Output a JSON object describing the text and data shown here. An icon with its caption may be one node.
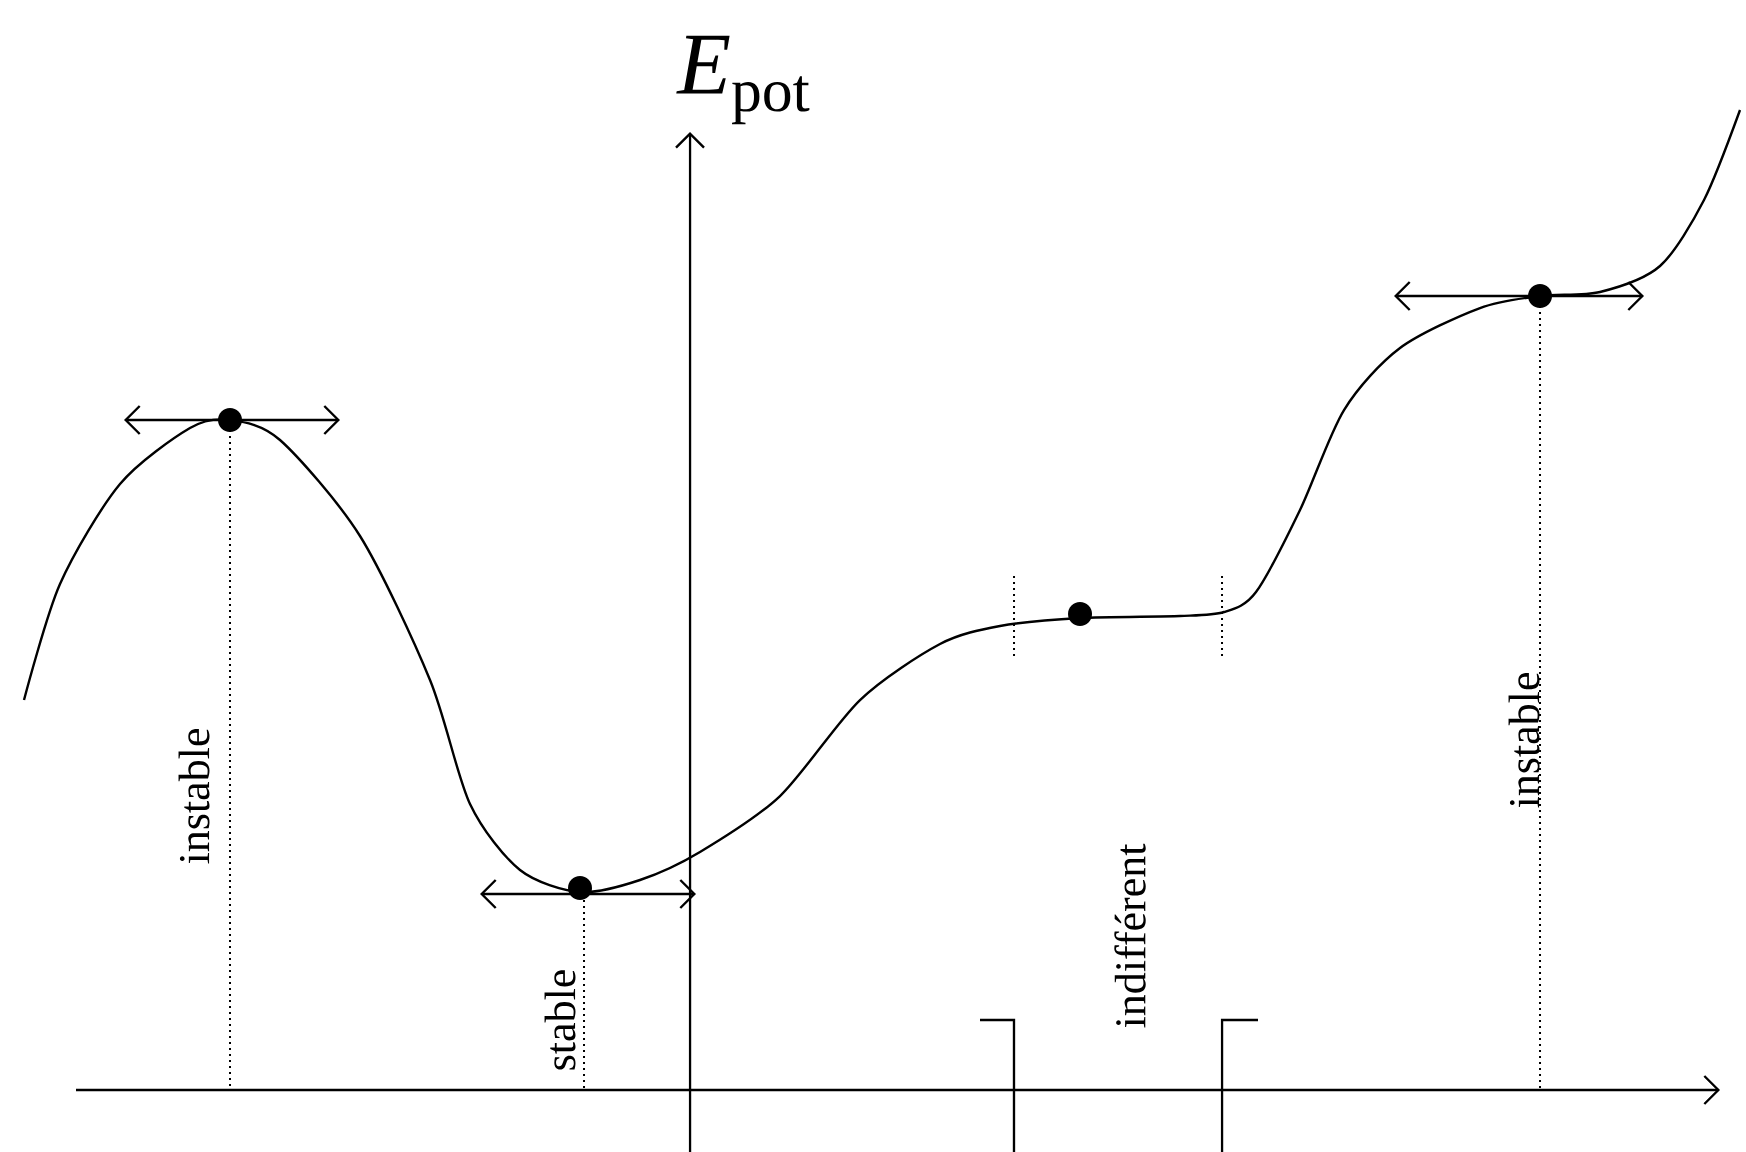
{
  "diagram": {
    "labels": [
      "*E*$_{pot}$",
      "instable",
      "stable",
      "indifférent",
      "instable"
    ]
  }
}
